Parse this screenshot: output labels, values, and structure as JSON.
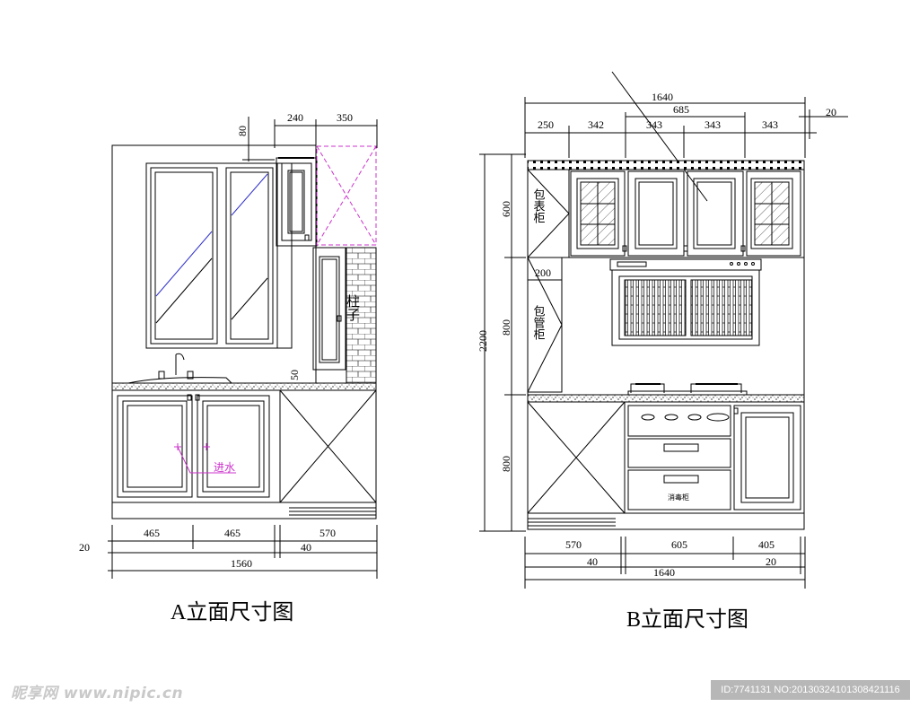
{
  "elevation_a": {
    "caption": "A立面尺寸图",
    "top_dims": [
      "80",
      "240",
      "350"
    ],
    "pillar_label": "柱子",
    "small_label": "50",
    "water_label": "进水",
    "bottom_dims": [
      "465",
      "465",
      "570"
    ],
    "side_dim": "20",
    "sub_dim": "40",
    "total_dim": "1560"
  },
  "elevation_b": {
    "caption": "B立面尺寸图",
    "total_top": "1640",
    "sub_top": "685",
    "right_top": "20",
    "top_dims": [
      "250",
      "342",
      "343",
      "343",
      "343"
    ],
    "height_total": "2200",
    "heights": [
      "600",
      "800",
      "800"
    ],
    "meter_cabinet_label": "包表柜",
    "pipe_cabinet_label": "包管柜",
    "width_200": "200",
    "drawer_label": "消毒柜",
    "bottom_dims": [
      "570",
      "605",
      "405"
    ],
    "bottom_sub_left": "40",
    "bottom_sub_right": "20",
    "bottom_total": "1640"
  },
  "watermark": "昵享网 www.nipic.cn",
  "image_id": "ID:7741131 NO:20130324101308421116",
  "colors": {
    "line": "#000000",
    "annotation": "#cc33cc",
    "glass": "#3333cc"
  }
}
